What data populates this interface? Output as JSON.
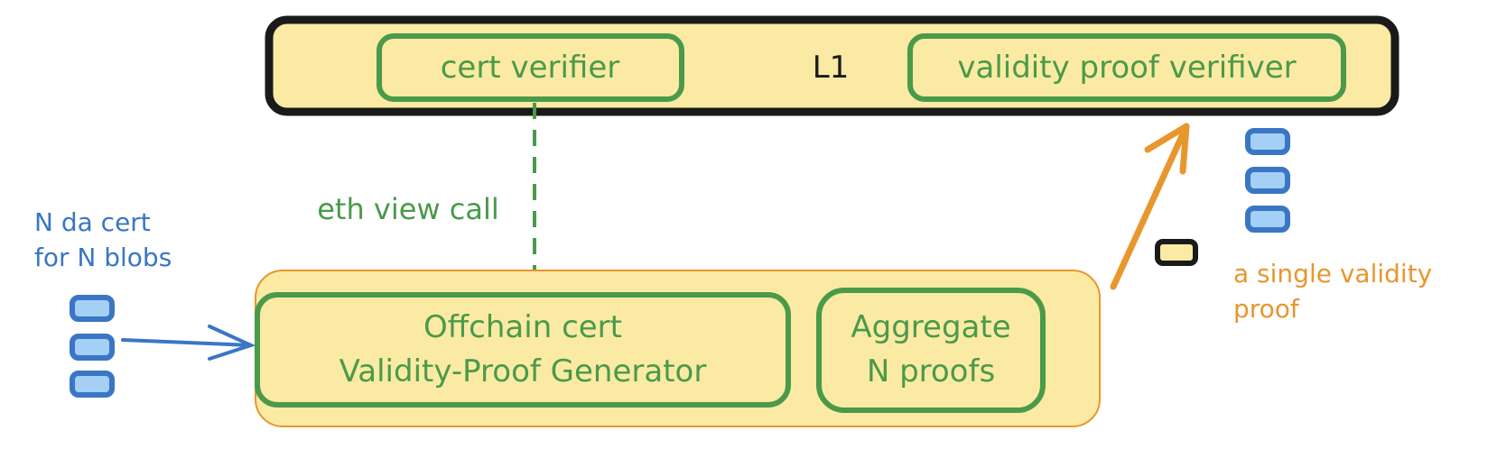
{
  "colors": {
    "box_fill": "#fbeaa3",
    "green": "#4a9a4a",
    "black": "#1a1a1a",
    "orange": "#e8962e",
    "blue": "#3a76c4",
    "blob_fill": "#a5d0f5"
  },
  "l1": {
    "label": "L1",
    "cert_verifier": "cert verifier",
    "validity_verifier": "validity proof verifiver"
  },
  "edge_label": "eth view call",
  "input": {
    "line1": "N da cert",
    "line2": "for N blobs"
  },
  "offchain": {
    "generator_line1": "Offchain cert",
    "generator_line2": "Validity-Proof Generator",
    "aggregate_line1": "Aggregate",
    "aggregate_line2": "N proofs"
  },
  "output": {
    "line1": "a single validity",
    "line2": "proof"
  }
}
